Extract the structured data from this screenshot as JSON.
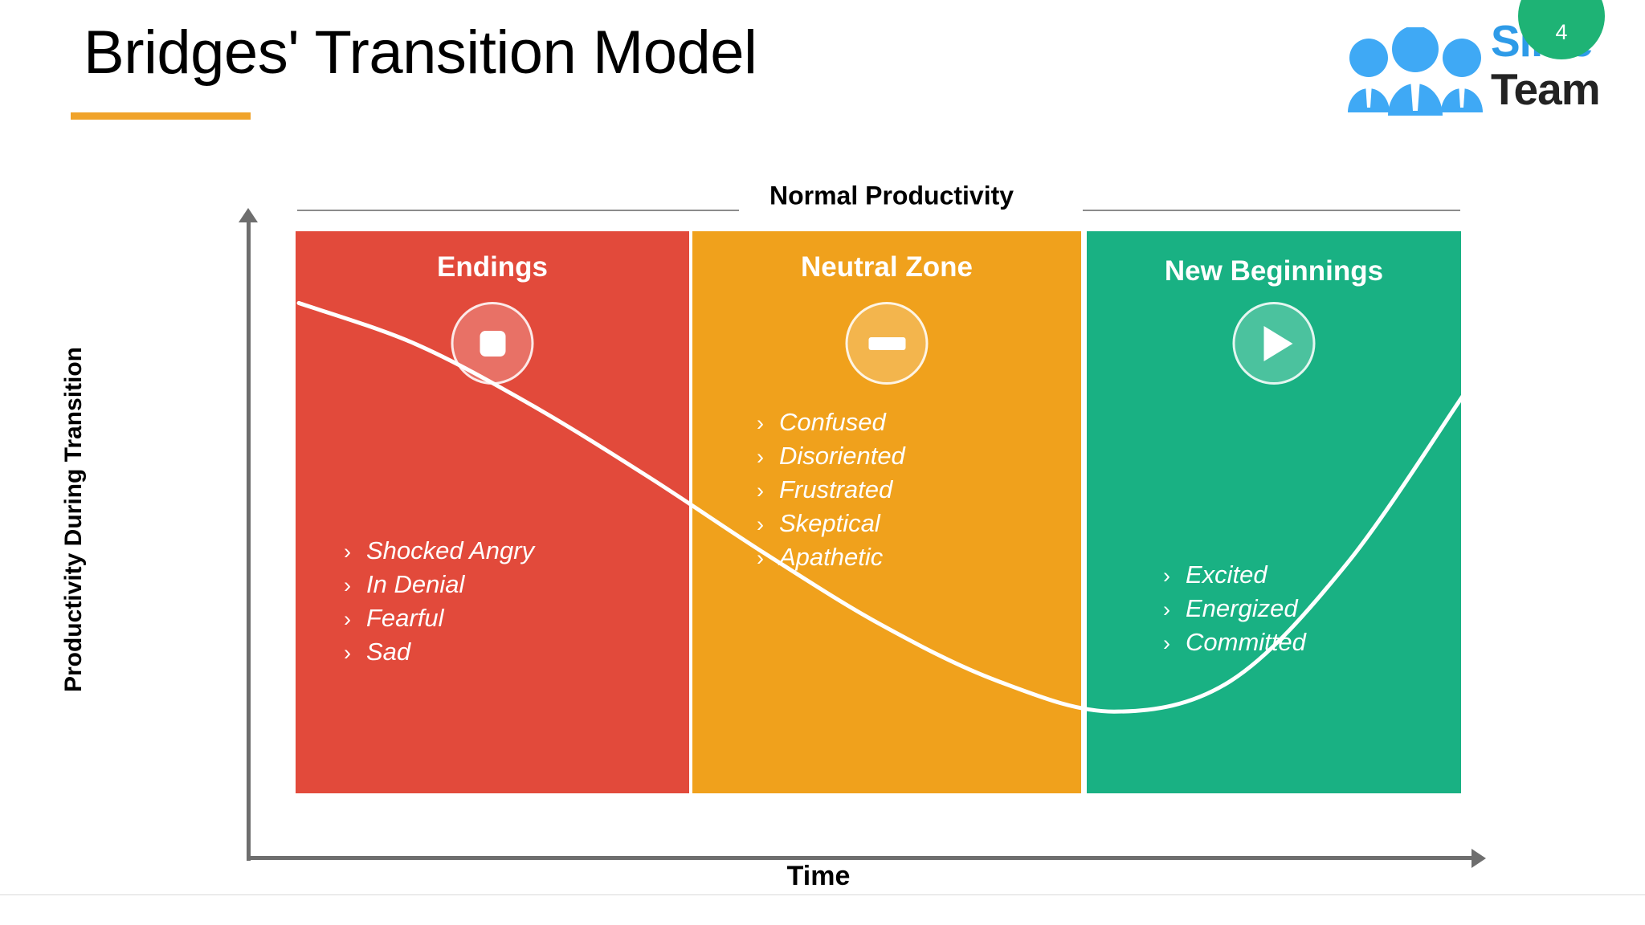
{
  "slide": {
    "title": "Bridges' Transition Model",
    "page_number": "4",
    "accent_color": "#F0A32A"
  },
  "logo": {
    "name_part1": "Slide",
    "name_part2": "Team",
    "icon": "people-group-icon",
    "color_primary": "#2E9BE8",
    "color_secondary": "#232323",
    "badge_color": "#1EB375"
  },
  "chart_data": {
    "type": "line",
    "title": "Bridges' Transition Model",
    "xlabel": "Time",
    "ylabel": "Productivity During Transition",
    "annotation": "Normal Productivity",
    "grid": false,
    "legend": "none",
    "series": [
      {
        "name": "Productivity During Transition",
        "color": "#FFFFFF",
        "x": [
          0,
          10,
          20,
          30,
          40,
          50,
          60,
          70,
          80,
          90,
          100
        ],
        "y": [
          96,
          88,
          76,
          62,
          47,
          33,
          22,
          16,
          22,
          45,
          78
        ]
      }
    ],
    "zones": [
      {
        "label": "Endings",
        "color": "#E24A3B",
        "icon": "stop-icon",
        "x_range": [
          0,
          33
        ],
        "items": [
          "Shocked Angry",
          "In Denial",
          "Fearful",
          "Sad"
        ]
      },
      {
        "label": "Neutral Zone",
        "color": "#F0A11C",
        "icon": "minus-icon",
        "x_range": [
          33,
          66
        ],
        "items": [
          "Confused",
          "Disoriented",
          "Frustrated",
          "Skeptical",
          "Apathetic"
        ]
      },
      {
        "label": "New Beginnings",
        "color": "#19B183",
        "icon": "play-icon",
        "x_range": [
          66,
          100
        ],
        "items": [
          "Excited",
          "Energized",
          "Committed"
        ]
      }
    ]
  },
  "bullet_marker": "›"
}
